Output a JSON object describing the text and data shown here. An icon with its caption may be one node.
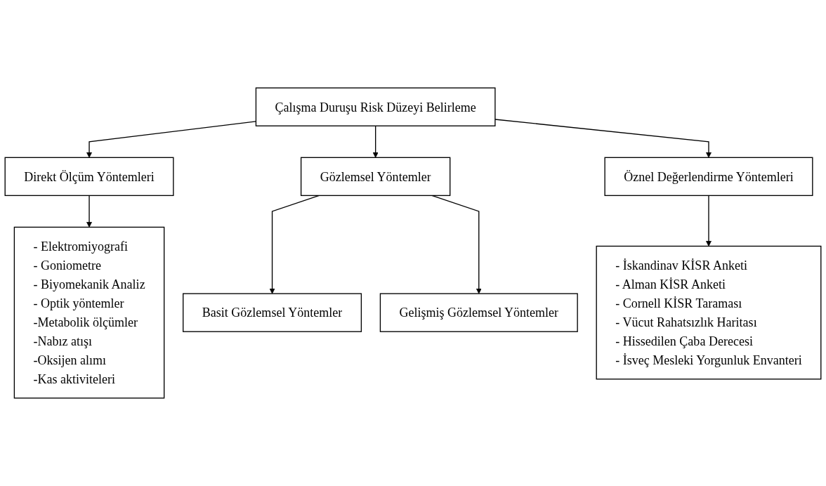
{
  "diagram": {
    "nodes": [
      {
        "text": [
          "Çalışma Duruşu Risk Düzeyi Belirleme"
        ]
      },
      {
        "text": [
          "Direkt Ölçüm Yöntemleri"
        ]
      },
      {
        "text": [
          "Gözlemsel Yöntemler"
        ]
      },
      {
        "text": [
          "Öznel Değerlendirme Yöntemleri"
        ]
      },
      {
        "text": [
          "- Elektromiyografi",
          "- Goniometre",
          "- Biyomekanik Analiz",
          "- Optik yöntemler",
          "-Metabolik ölçümler",
          "-Nabız atışı",
          "-Oksijen alımı",
          "-Kas aktiviteleri"
        ]
      },
      {
        "text": [
          "Basit Gözlemsel Yöntemler"
        ]
      },
      {
        "text": [
          "Gelişmiş Gözlemsel Yöntemler"
        ]
      },
      {
        "text": [
          "- İskandinav KİSR Anketi",
          "- Alman KİSR Anketi",
          "- Cornell KİSR Taraması",
          "- Vücut Rahatsızlık Haritası",
          "- Hissedilen Çaba Derecesi",
          "- İsveç Mesleki Yorgunluk Envanteri"
        ]
      }
    ],
    "edges": [
      {
        "from": 0,
        "to": 1,
        "arrow": "to"
      },
      {
        "from": 0,
        "to": 2,
        "arrow": "to"
      },
      {
        "from": 0,
        "to": 3,
        "arrow": "to"
      },
      {
        "from": 1,
        "to": 4,
        "arrow": "to"
      },
      {
        "from": 2,
        "to": 5,
        "arrow": "to"
      },
      {
        "from": 2,
        "to": 6,
        "arrow": "to"
      },
      {
        "from": 3,
        "to": 7,
        "arrow": "to"
      }
    ]
  }
}
